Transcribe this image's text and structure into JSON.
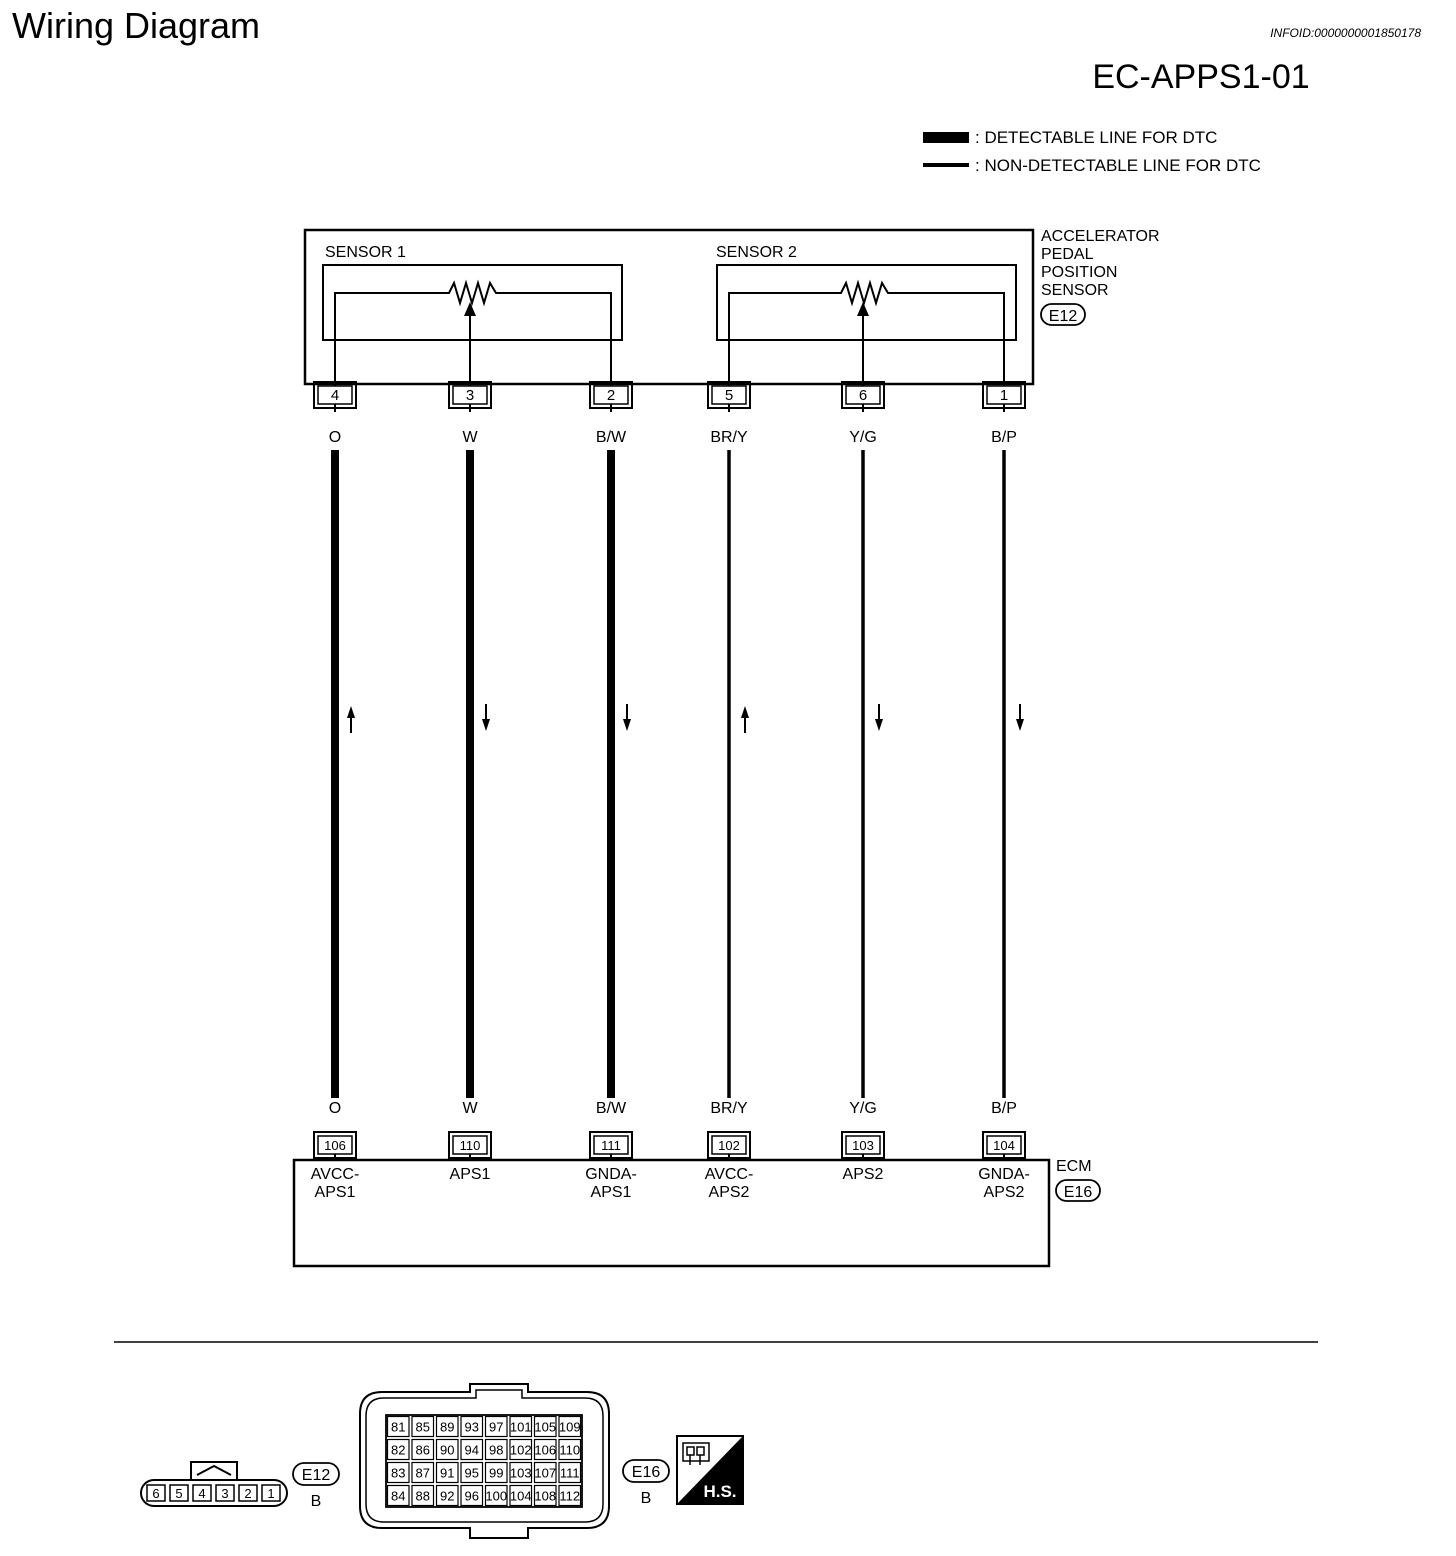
{
  "header": {
    "title": "Wiring Diagram",
    "info_id": "INFOID:0000000001850178",
    "diagram_code": "EC-APPS1-01"
  },
  "legend": {
    "detectable": ": DETECTABLE LINE FOR DTC",
    "non_detectable": ": NON-DETECTABLE LINE FOR DTC"
  },
  "sensor_unit": {
    "name_lines": [
      "ACCELERATOR",
      "PEDAL",
      "POSITION",
      "SENSOR"
    ],
    "connector": "E12",
    "sensor1_label": "SENSOR 1",
    "sensor2_label": "SENSOR 2"
  },
  "ecm": {
    "name": "ECM",
    "connector": "E16"
  },
  "wires": [
    {
      "sensor_pin": "4",
      "color_top": "O",
      "color_bottom": "O",
      "ecm_pin": "106",
      "signal_line1": "AVCC-",
      "signal_line2": "APS1",
      "detectable": true,
      "arrow": "up"
    },
    {
      "sensor_pin": "3",
      "color_top": "W",
      "color_bottom": "W",
      "ecm_pin": "110",
      "signal_line1": "APS1",
      "signal_line2": "",
      "detectable": true,
      "arrow": "down"
    },
    {
      "sensor_pin": "2",
      "color_top": "B/W",
      "color_bottom": "B/W",
      "ecm_pin": "111",
      "signal_line1": "GNDA-",
      "signal_line2": "APS1",
      "detectable": true,
      "arrow": "down"
    },
    {
      "sensor_pin": "5",
      "color_top": "BR/Y",
      "color_bottom": "BR/Y",
      "ecm_pin": "102",
      "signal_line1": "AVCC-",
      "signal_line2": "APS2",
      "detectable": false,
      "arrow": "up"
    },
    {
      "sensor_pin": "6",
      "color_top": "Y/G",
      "color_bottom": "Y/G",
      "ecm_pin": "103",
      "signal_line1": "APS2",
      "signal_line2": "",
      "detectable": false,
      "arrow": "down"
    },
    {
      "sensor_pin": "1",
      "color_top": "B/P",
      "color_bottom": "B/P",
      "ecm_pin": "104",
      "signal_line1": "GNDA-",
      "signal_line2": "APS2",
      "detectable": false,
      "arrow": "down"
    }
  ],
  "connector_views": {
    "e12": {
      "label": "E12",
      "color": "B",
      "pins": [
        "6",
        "5",
        "4",
        "3",
        "2",
        "1"
      ]
    },
    "e16": {
      "label": "E16",
      "color": "B",
      "rows": [
        [
          "81",
          "85",
          "89",
          "93",
          "97",
          "101",
          "105",
          "109"
        ],
        [
          "82",
          "86",
          "90",
          "94",
          "98",
          "102",
          "106",
          "110"
        ],
        [
          "83",
          "87",
          "91",
          "95",
          "99",
          "103",
          "107",
          "111"
        ],
        [
          "84",
          "88",
          "92",
          "96",
          "100",
          "104",
          "108",
          "112"
        ]
      ]
    },
    "hs_badge": {
      "text": "H.S.",
      "icon": "harness-side-connector-icon"
    }
  }
}
